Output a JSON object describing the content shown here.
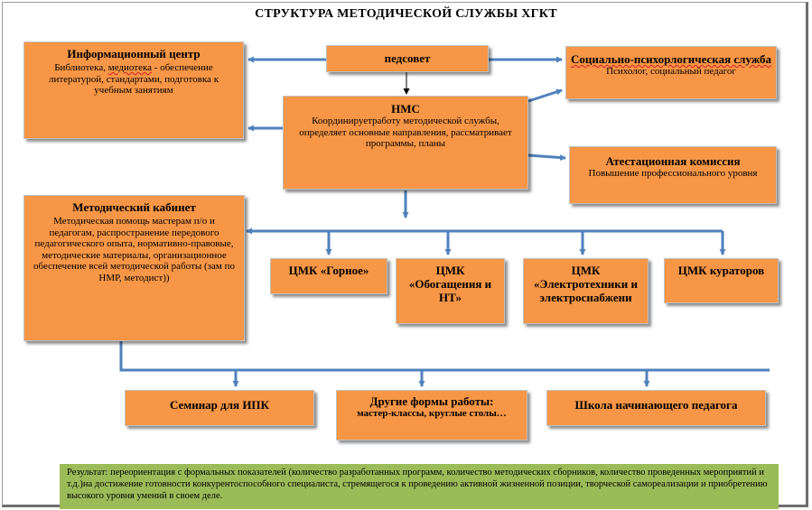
{
  "title": "СТРУКТУРА МЕТОДИЧЕСКОЙ СЛУЖБЫ ХГКТ",
  "colors": {
    "box_fill": "#f79646",
    "connector": "#4f81bd",
    "result_fill": "#9bbb59"
  },
  "pedsovet": {
    "title": "педсовет"
  },
  "info_center": {
    "title": "Информационный центр",
    "desc_pre": "Библиотека, ",
    "desc_underlined": "медиотека",
    "desc_post": " - обеспечение литературой, стандартами, подготовка к учебным занятиям"
  },
  "social": {
    "title": "Социально-психорлогическая служба",
    "desc": "Психолог, социальный педагог"
  },
  "nms": {
    "title": "НМС",
    "desc": "Координируетработу методической службы, определяет основные направления, рассматривает программы, планы"
  },
  "attest": {
    "title": "Атестационная комиссия",
    "desc": "Повышение профессионального уровня"
  },
  "method_cabinet": {
    "title": "Методический кабинет",
    "desc": "Методическая помощь мастерам п/о и педагогам, распространение передового педагогического опыта, нормативно-правовые, методические материалы, организационное обеспечение всей методической работы (зам по НМР, методист))"
  },
  "cmk": [
    {
      "label": "ЦМК «Горное»"
    },
    {
      "label": "ЦМК «Обогащения и НТ»"
    },
    {
      "label": "ЦМК «Электротехники и электроснабжени"
    },
    {
      "label": "ЦМК кураторов"
    }
  ],
  "seminar": {
    "title": "Семинар для ИПК"
  },
  "other_forms": {
    "title": "Другие формы работы:",
    "desc": "мастер-классы, круглые столы…"
  },
  "school": {
    "title": "Школа начинающего педагога"
  },
  "result": {
    "text": "Результат: переориентация с формальных показателей (количество разработанных программ, количество методических сборников, количество проведенных мероприятий и т.д.)на достижение готовности конкурентоспособного специалиста,  стремящегося к проведению активной жизненной позиции, творческой самореализации и приобретению высокого уровня умений в своем деле."
  }
}
